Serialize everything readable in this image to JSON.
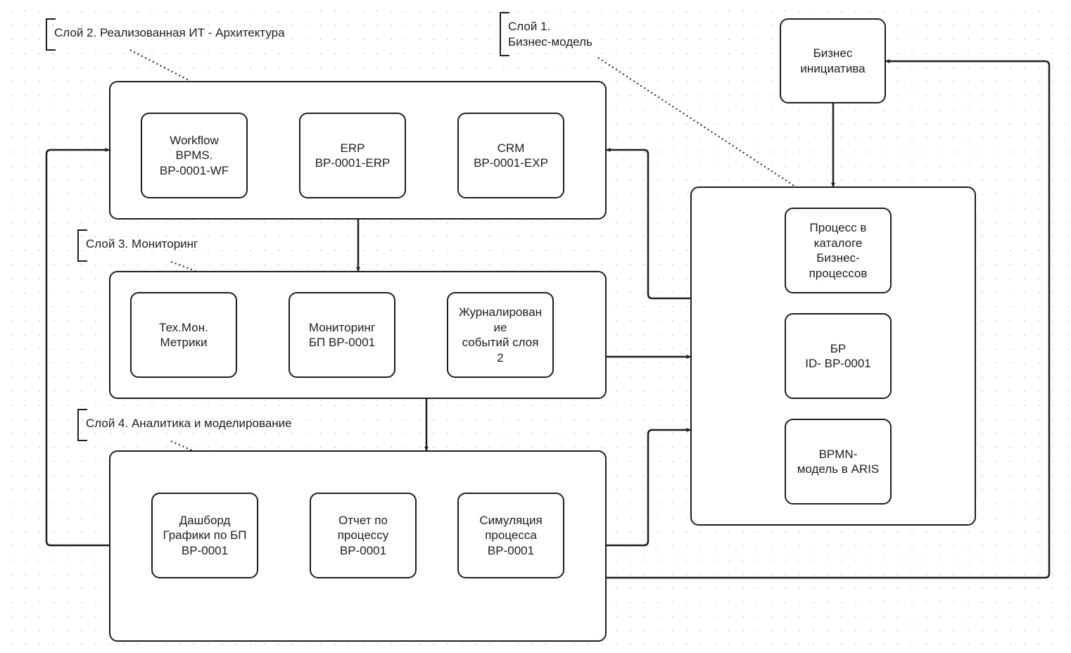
{
  "layer_labels": {
    "layer1": "Слой 1.\nБизнес-модель",
    "layer2": "Слой 2. Реализованная ИТ - Архитектура",
    "layer3": "Слой 3. Мониторинг",
    "layer4": "Слой 4. Аналитика и моделирование"
  },
  "nodes": {
    "business_initiative": "Бизнес\nинициатива",
    "workflow": "Workflow\nBPMS.\nBP-0001-WF",
    "erp": "ERP\nBP-0001-ERP",
    "crm": "CRM\nBP-0001-EXP",
    "tech_monitoring": "Тех.Мон.\nМетрики",
    "process_monitoring": "Мониторинг\nБП  BP-0001",
    "event_logging": "Журналирован\nие\nсобытий слоя\n2",
    "dashboard": "Дашборд\nГрафики по БП\nBP-0001",
    "process_report": "Отчет по\nпроцессу\nBP-0001",
    "process_simulation": "Симуляция\nпроцесса\nBP-0001",
    "catalog_process": "Процесс в\nкаталоге\nБизнес-\nпроцессов",
    "bp_id": "БР\nID- BP-0001",
    "bpmn_model": "BPMN-\nмодель в ARIS"
  },
  "colors": {
    "stroke": "#1e1e1e",
    "background": "#ffffff",
    "grid_dot": "#d9d9d9"
  }
}
